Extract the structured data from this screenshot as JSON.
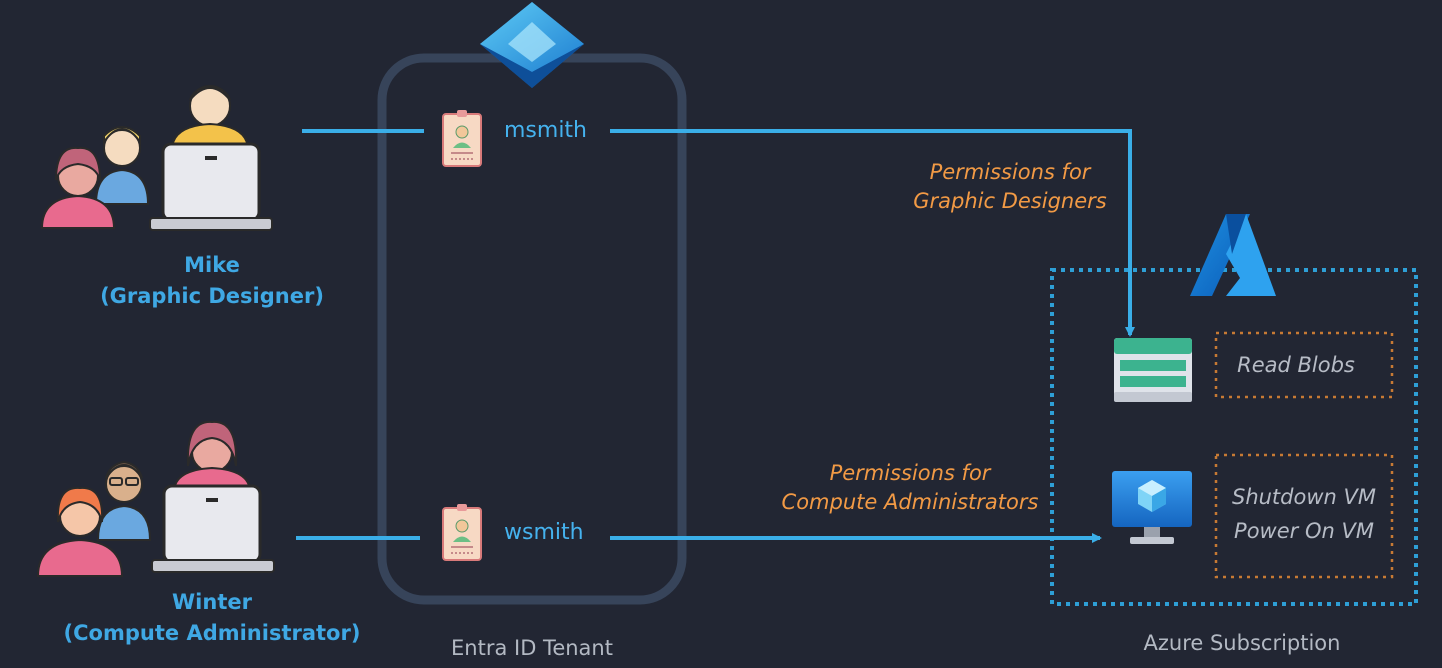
{
  "users": [
    {
      "name": "Mike",
      "role": "(Graphic Designer)",
      "account": "msmith",
      "icon": "user-group-laptop-icon"
    },
    {
      "name": "Winter",
      "role": "(Compute Administrator)",
      "account": "wsmith",
      "icon": "user-group-laptop-icon"
    }
  ],
  "tenant": {
    "label": "Entra ID Tenant",
    "icon": "entra-id-icon"
  },
  "permissions": {
    "graphic": {
      "line1": "Permissions for",
      "line2": "Graphic Designers"
    },
    "compute": {
      "line1": "Permissions for",
      "line2": "Compute Administrators"
    }
  },
  "subscription": {
    "label": "Azure Subscription",
    "icon": "azure-logo-icon",
    "resources": [
      {
        "icon": "storage-account-icon",
        "actions": [
          "Read Blobs"
        ]
      },
      {
        "icon": "virtual-machine-icon",
        "actions": [
          "Shutdown VM",
          "Power On VM"
        ]
      }
    ]
  },
  "colors": {
    "background": "#222633",
    "connector": "#3aaee8",
    "label_blue": "#3fa8e4",
    "permission_orange": "#f29a45",
    "tenant_border": "#3a4659",
    "subscription_border": "#2e9fd6",
    "action_border": "#c77a34"
  }
}
